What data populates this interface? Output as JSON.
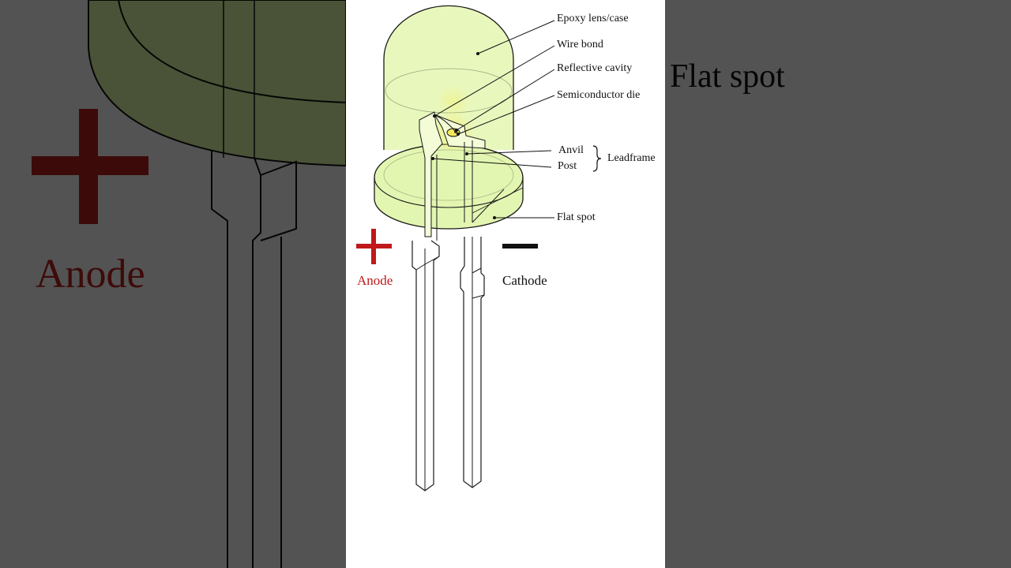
{
  "diagram": {
    "labels": {
      "epoxy": "Epoxy lens/case",
      "wire_bond": "Wire bond",
      "reflective_cavity": "Reflective cavity",
      "semiconductor_die": "Semiconductor die",
      "anvil": "Anvil",
      "post": "Post",
      "leadframe": "Leadframe",
      "flat_spot": "Flat spot",
      "anode": "Anode",
      "cathode": "Cathode"
    },
    "symbols": {
      "plus": "+",
      "minus": "−"
    }
  },
  "colors": {
    "lens_fill": "#e8f8bd",
    "lens_stroke": "#1a1a1a",
    "die_glow": "#f2ea7a",
    "anode_red": "#c0191b",
    "cathode_black": "#111111",
    "overlay": "#000000"
  }
}
